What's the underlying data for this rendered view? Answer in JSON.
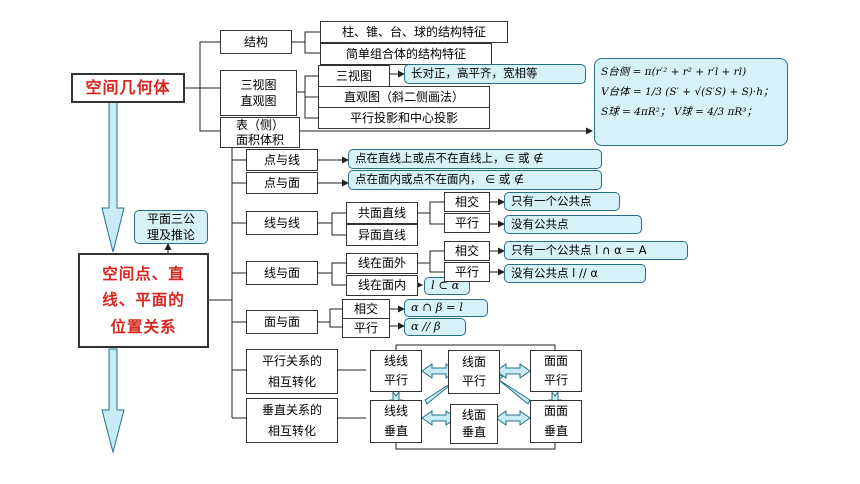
{
  "main1": "空间几何体",
  "main2_lines": [
    "空间点、直",
    "线、平面的",
    "位置关系"
  ],
  "axiom_lines": [
    "平面三公",
    "理及推论"
  ],
  "structure": "结构",
  "structure_items": [
    "柱、锥、台、球的结构特征",
    "简单组合体的结构特征"
  ],
  "views_lines": [
    "三视图",
    "直观图"
  ],
  "views_items": [
    "三视图",
    "直观图（斜二侧画法）",
    "平行投影和中心投影"
  ],
  "views_note": "长对正，高平齐，宽相等",
  "area_lines": [
    "表（侧）",
    "面积体积"
  ],
  "formulas": [
    "S台侧 = π(r′² + r² + r′l + rl)",
    "V台体 = 1/3 (S′ + √(S′S) + S)·h；",
    "S球 = 4πR²；  V球 = 4/3 πR³；"
  ],
  "point_line": "点与线",
  "point_line_note": "点在直线上或点不在直线上，∈ 或 ∉",
  "point_plane": "点与面",
  "point_plane_note": "点在面内或点不在面内，      ∈ 或 ∉",
  "line_line": "线与线",
  "coplanar": "共面直线",
  "skew": "异面直线",
  "intersect": "相交",
  "parallel": "平行",
  "one_point": "只有一个公共点",
  "no_point": "没有公共点",
  "line_plane": "线与面",
  "outside": "线在面外",
  "inside": "线在面内",
  "l_in_alpha": "l ⊂ α",
  "one_point_lp": "只有一个公共点  l ∩ α = A",
  "no_point_lp": "没有公共点       l // α",
  "plane_plane": "面与面",
  "pp_intersect_expr": "α ∩ β = l",
  "pp_parallel_expr": "α // β",
  "parallel_rel_lines": [
    "平行关系的",
    "相互转化"
  ],
  "perp_rel_lines": [
    "垂直关系的",
    "相互转化"
  ],
  "ll_par": [
    "线线",
    "平行"
  ],
  "lp_par": [
    "线面",
    "平行"
  ],
  "pp_par": [
    "面面",
    "平行"
  ],
  "ll_perp": [
    "线线",
    "垂直"
  ],
  "lp_perp": [
    "线面",
    "垂直"
  ],
  "pp_perp": [
    "面面",
    "垂直"
  ],
  "colors": {
    "red": "#d6261f",
    "cyan_fill": "#d6f2f8",
    "arrow_fill": "#c7ecf5"
  }
}
